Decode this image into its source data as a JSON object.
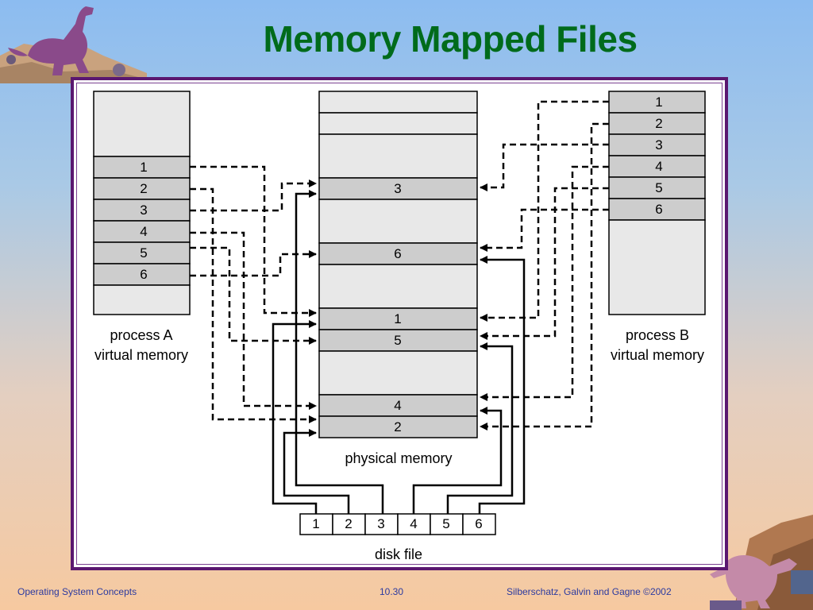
{
  "title": "Memory Mapped Files",
  "process_a": {
    "label_line1": "process A",
    "label_line2": "virtual memory",
    "pages": [
      "1",
      "2",
      "3",
      "4",
      "5",
      "6"
    ]
  },
  "process_b": {
    "label_line1": "process B",
    "label_line2": "virtual memory",
    "pages": [
      "1",
      "2",
      "3",
      "4",
      "5",
      "6"
    ]
  },
  "physical_memory": {
    "label": "physical memory",
    "frames": [
      "",
      "",
      "",
      "3",
      "",
      "6",
      "",
      "1",
      "5",
      "",
      "4",
      "2"
    ]
  },
  "disk_file": {
    "label": "disk file",
    "blocks": [
      "1",
      "2",
      "3",
      "4",
      "5",
      "6"
    ]
  },
  "footer": {
    "left": "Operating System Concepts",
    "center": "10.30",
    "right": "Silberschatz, Galvin and  Gagne ©2002"
  },
  "colors": {
    "title": "#006b1b",
    "frame_border": "#5a1770",
    "page_fill": "#cdcdcd",
    "empty_fill": "#e8e8e8",
    "footer_text": "#2b3aa0"
  }
}
